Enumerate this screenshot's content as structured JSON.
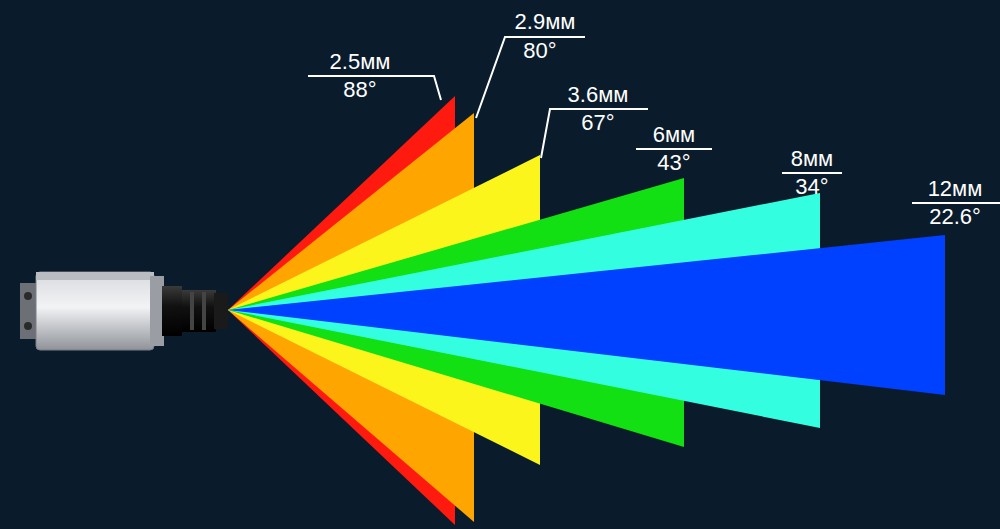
{
  "diagram": {
    "labels": [
      "2.5мм",
      "88°",
      "2.9мм",
      "80°",
      "3.6мм",
      "67°",
      "6мм",
      "43°",
      "8мм",
      "34°",
      "12мм",
      "22.6°"
    ]
  }
}
